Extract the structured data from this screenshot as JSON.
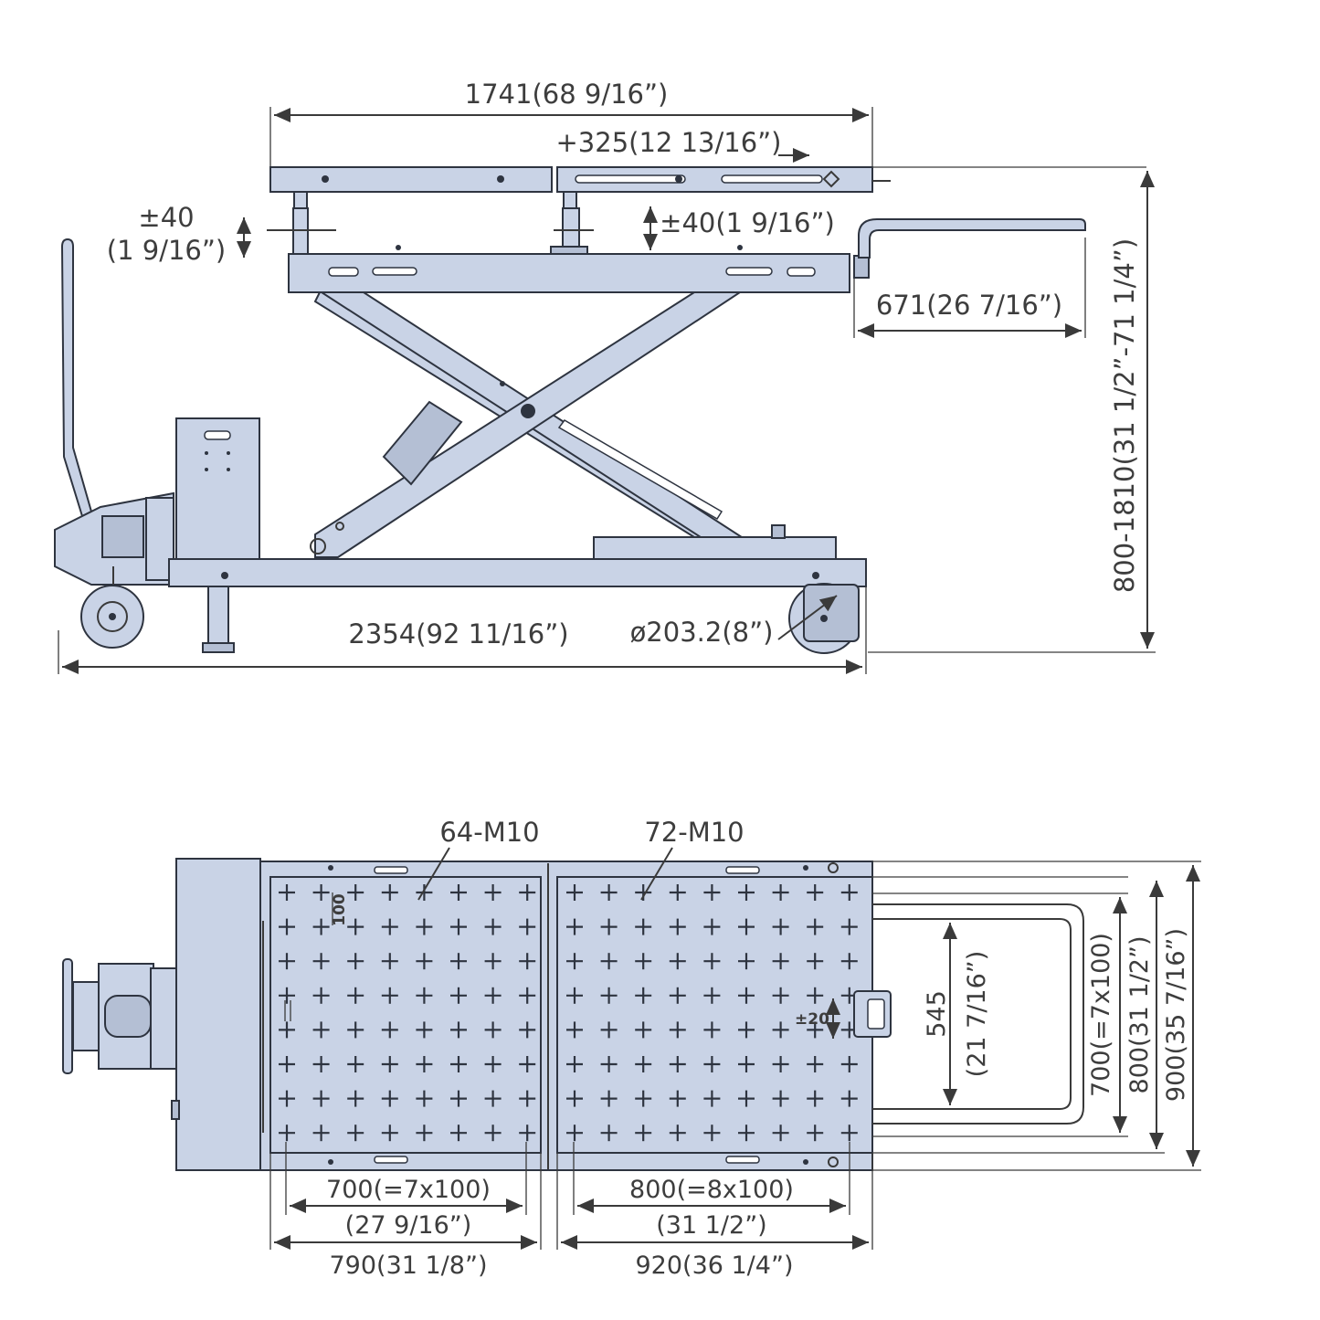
{
  "side_view": {
    "overall_platform_length": "1741(68 9/16”)",
    "extension": "+325(12 13/16”)",
    "left_adjust": "±40",
    "left_adjust_imperial": "(1 9/16”)",
    "center_adjust": "±40(1 9/16”)",
    "handle_extension": "671(26 7/16”)",
    "height_range": "800-1810(31 1/2”-71 1/4”)",
    "overall_length": "2354(92 11/16”)",
    "wheel_diameter": "ø203.2(8”)"
  },
  "top_view": {
    "left_holes": "64-M10",
    "right_holes": "72-M10",
    "grid_pitch": "100",
    "clamp_adjust": "±20",
    "clamp_width": "545",
    "clamp_width_imperial": "(21 7/16”)",
    "left_grid_span": "700(=7x100)",
    "left_grid_span_imperial": "(27 9/16”)",
    "left_plate_length": "790(31 1/8”)",
    "right_grid_span": "800(=8x100)",
    "right_grid_span_imperial": "(31 1/2”)",
    "right_plate_length": "920(36 1/4”)",
    "grid_width": "700(=7x100)",
    "plate_width": "800(31 1/2”)",
    "overall_width": "900(35 7/16”)"
  },
  "colors": {
    "body": "#c9d3e6",
    "outline": "#2e3440",
    "dimension": "#3d3d3d"
  }
}
